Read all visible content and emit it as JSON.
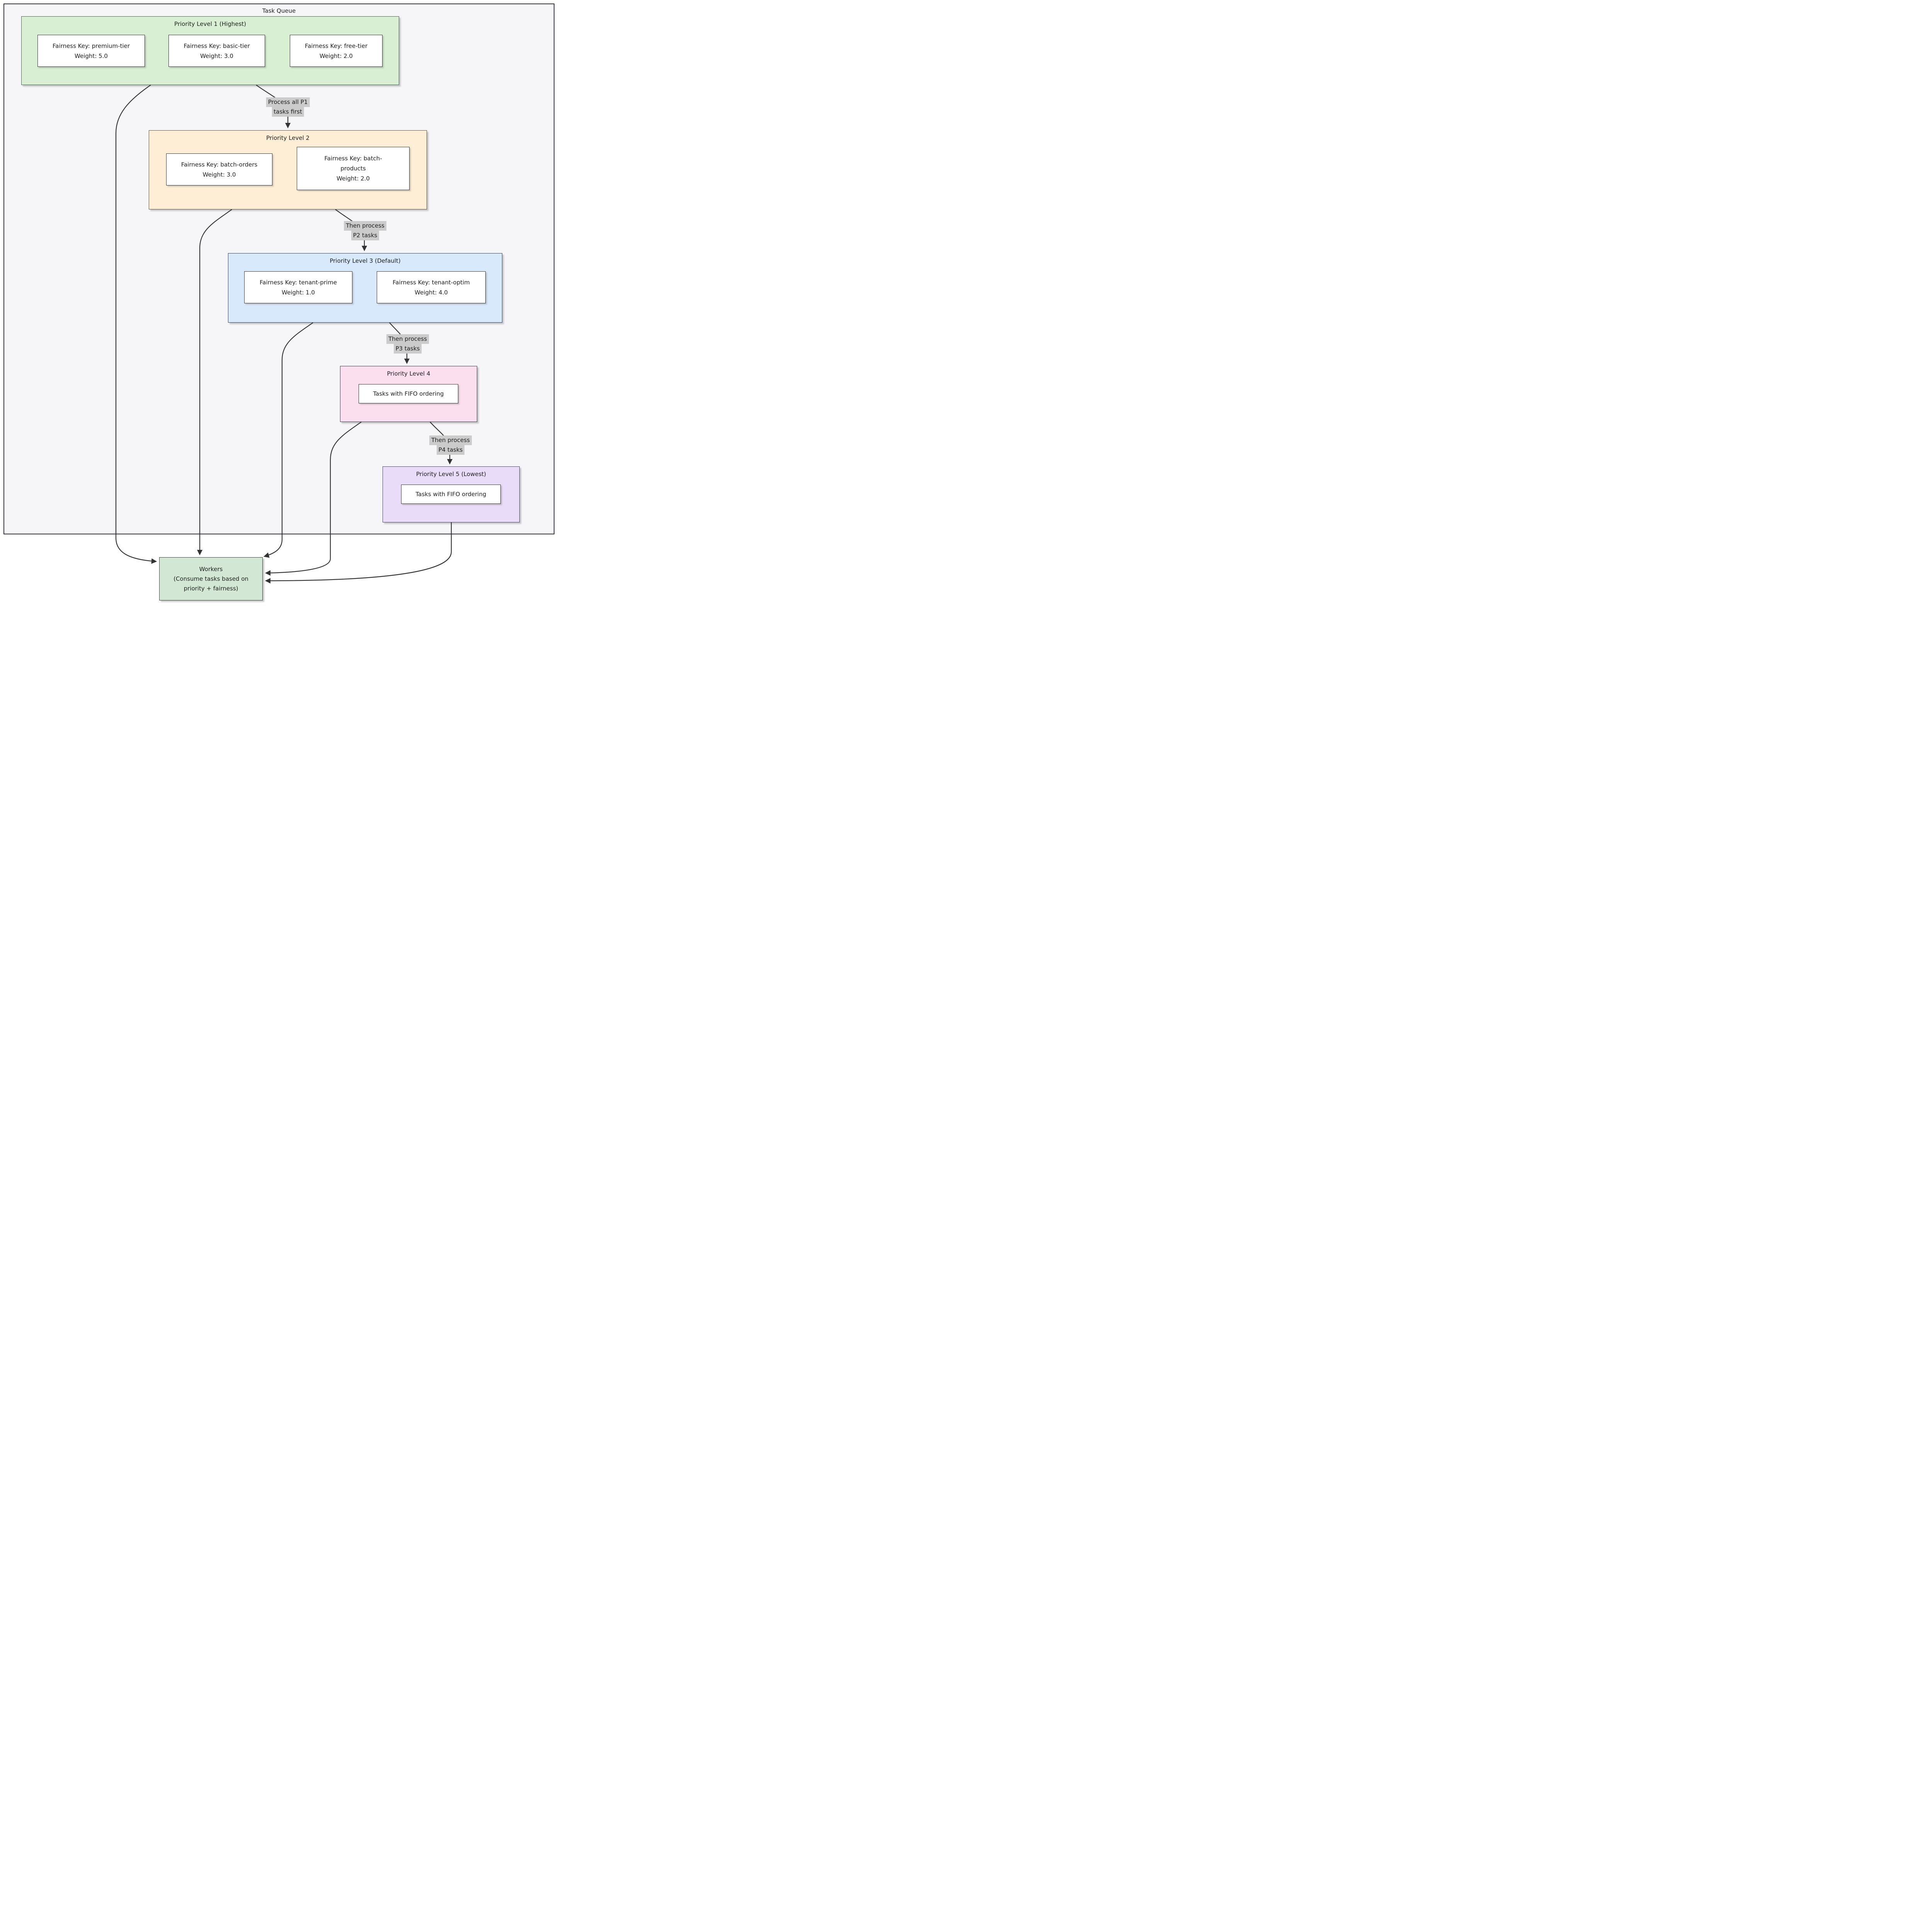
{
  "diagram": {
    "title": "Task Queue",
    "line_color": "#333333",
    "edge_label_bg": "#cbcbcb",
    "levels": [
      {
        "title": "Priority Level 1 (Highest)",
        "fill": "#d9efd4",
        "nodes": [
          {
            "key": "Fairness Key: premium-tier",
            "weight": "Weight: 5.0"
          },
          {
            "key": "Fairness Key: basic-tier",
            "weight": "Weight: 3.0"
          },
          {
            "key": "Fairness Key: free-tier",
            "weight": "Weight: 2.0"
          }
        ]
      },
      {
        "title": "Priority Level 2",
        "fill": "#ffeed6",
        "nodes": [
          {
            "key": "Fairness Key: batch-orders",
            "weight": "Weight: 3.0"
          },
          {
            "key": "Fairness Key: batch-products",
            "weight": "Weight: 2.0"
          }
        ]
      },
      {
        "title": "Priority Level 3 (Default)",
        "fill": "#d8e9fb",
        "nodes": [
          {
            "key": "Fairness Key: tenant-prime",
            "weight": "Weight: 1.0"
          },
          {
            "key": "Fairness Key: tenant-optim",
            "weight": "Weight: 4.0"
          }
        ]
      },
      {
        "title": "Priority Level 4",
        "fill": "#fcdfee",
        "nodes": [
          {
            "key": "Tasks with FIFO ordering"
          }
        ]
      },
      {
        "title": "Priority Level 5 (Lowest)",
        "fill": "#e9dcf8",
        "nodes": [
          {
            "key": "Tasks with FIFO ordering"
          }
        ]
      }
    ],
    "edges": [
      {
        "label_line1": "Process all P1",
        "label_line2": "tasks first"
      },
      {
        "label_line1": "Then process",
        "label_line2": "P2 tasks"
      },
      {
        "label_line1": "Then process",
        "label_line2": "P3 tasks"
      },
      {
        "label_line1": "Then process",
        "label_line2": "P4 tasks"
      }
    ],
    "workers": {
      "fill": "#d2e7d4",
      "line1": "Workers",
      "line2": "(Consume tasks based on",
      "line3": "priority + fairness)"
    }
  }
}
